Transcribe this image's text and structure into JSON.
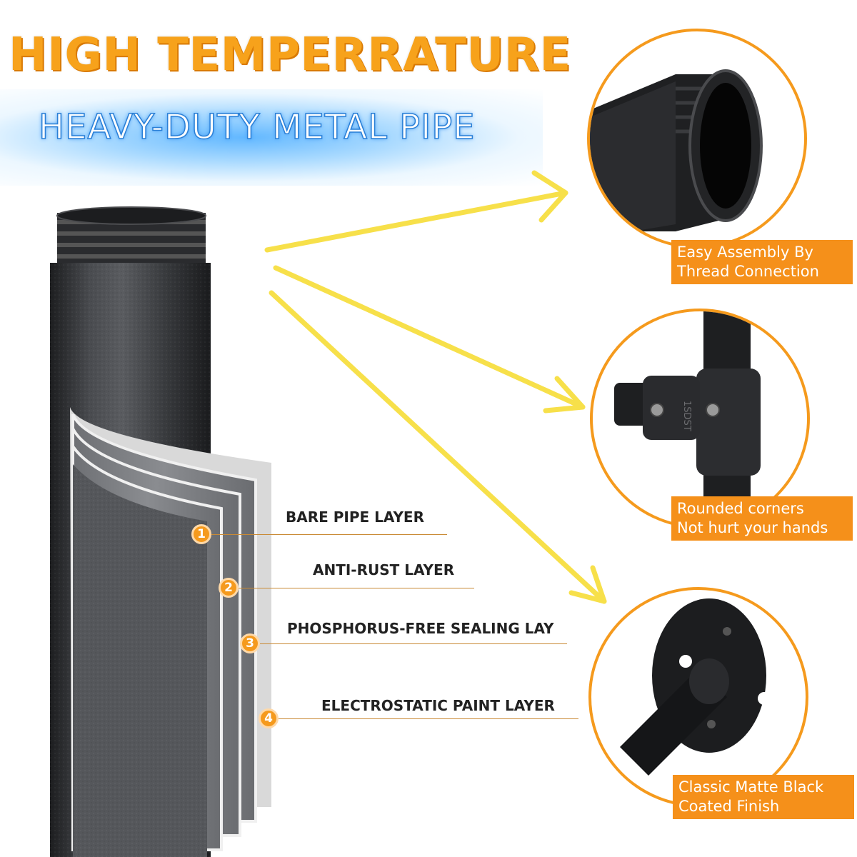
{
  "header": {
    "title": "HIGH TEMPERRATURE",
    "subtitle": "HEAVY-DUTY METAL PIPE"
  },
  "layers": [
    {
      "number": "1",
      "label": "BARE PIPE LAYER"
    },
    {
      "number": "2",
      "label": "ANTI-RUST LAYER"
    },
    {
      "number": "3",
      "label": "PHOSPHORUS-FREE SEALING LAY"
    },
    {
      "number": "4",
      "label": "ELECTROSTATIC PAINT LAYER"
    }
  ],
  "features": [
    {
      "line1": "Easy Assembly By",
      "line2": "Thread Connection",
      "icon": "threaded-pipe-end-icon"
    },
    {
      "line1": "Rounded corners",
      "line2": "Not hurt your hands",
      "icon": "tee-fitting-icon"
    },
    {
      "line1": "Classic Matte Black",
      "line2": "Coated Finish",
      "icon": "floor-flange-icon"
    }
  ],
  "fitting_mark": "1SDST",
  "colors": {
    "accent": "#f5901a",
    "title": "#f7a21b",
    "arrow": "#f7e04a",
    "pipe": "#3a3c3f",
    "glow": "#5ab4ff"
  }
}
